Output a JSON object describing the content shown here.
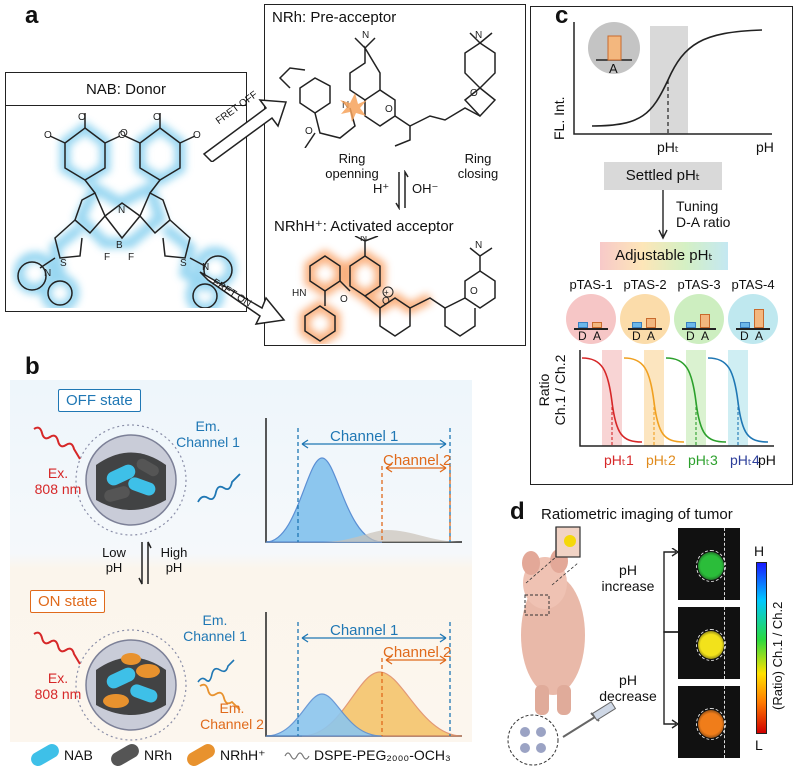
{
  "panel_a": {
    "letter": "a",
    "donor_title": "NAB: Donor",
    "pre_acceptor_title": "NRh: Pre-acceptor",
    "activated_title": "NRhH⁺: Activated acceptor",
    "fret_off": "FRET OFF",
    "fret_on": "FRET ON",
    "ring_opening": "Ring\nopenning",
    "ring_closing": "Ring\nclosing",
    "h_plus": "H⁺",
    "oh_minus": "OH⁻",
    "colors": {
      "donor_glow": "#8fd3f0",
      "acceptor_glow": "#f9a46a"
    }
  },
  "panel_b": {
    "letter": "b",
    "off_state": "OFF state",
    "on_state": "ON state",
    "em_channel1": "Em.\nChannel 1",
    "em_channel2": "Em.\nChannel 2",
    "excitation": "Ex.\n808 nm",
    "low_ph": "Low\npH",
    "high_ph": "High\npH",
    "channel1": "Channel 1",
    "channel2": "Channel 2",
    "legend": {
      "nab": "NAB",
      "nrh": "NRh",
      "nrhh": "NRhH⁺",
      "dspe": "DSPE-PEG₂₀₀₀-OCH₃"
    },
    "colors": {
      "blue": "#1f77b4",
      "orange": "#e06a1b",
      "red": "#d62728",
      "nab_fill": "#3ec0e8",
      "nrh_fill": "#555555",
      "nrhh_fill": "#e8922e"
    }
  },
  "panel_c": {
    "letter": "c",
    "ylabel_top": "FL. Int.",
    "xlabel_top": "pH",
    "pht_tick": "pHₜ",
    "inset_label": "A",
    "settled": "Settled pHₜ",
    "tuning": "Tuning\nD-A ratio",
    "adjustable": "Adjustable pHₜ",
    "ptas": [
      {
        "name": "pTAS-1",
        "color": "#f6c6c6",
        "d": 0.45,
        "a": 0.45,
        "pht": "pHₜ1",
        "pht_color": "#d62728"
      },
      {
        "name": "pTAS-2",
        "color": "#fbdcaa",
        "d": 0.45,
        "a": 0.7,
        "pht": "pHₜ2",
        "pht_color": "#e08a1b"
      },
      {
        "name": "pTAS-3",
        "color": "#cdeec0",
        "d": 0.45,
        "a": 1.0,
        "pht": "pHₜ3",
        "pht_color": "#2ca02c"
      },
      {
        "name": "pTAS-4",
        "color": "#bfe8ef",
        "d": 0.45,
        "a": 1.35,
        "pht": "pHₜ4",
        "pht_color": "#2c3e9a"
      }
    ],
    "d_label": "D",
    "a_label": "A",
    "ylabel_bottom": "Ratio\nCh.1 / Ch.2",
    "xlabel_bottom": "pH"
  },
  "panel_d": {
    "letter": "d",
    "title": "Ratiometric imaging of tumor",
    "ph_increase": "pH\nincrease",
    "ph_decrease": "pH\ndecrease",
    "colorbar_label": "(Ratio) Ch.1 / Ch.2",
    "colorbar_high": "H",
    "colorbar_low": "L",
    "tumor_colors": [
      "#2bbd3a",
      "#f2e21b",
      "#f07d1a"
    ]
  }
}
